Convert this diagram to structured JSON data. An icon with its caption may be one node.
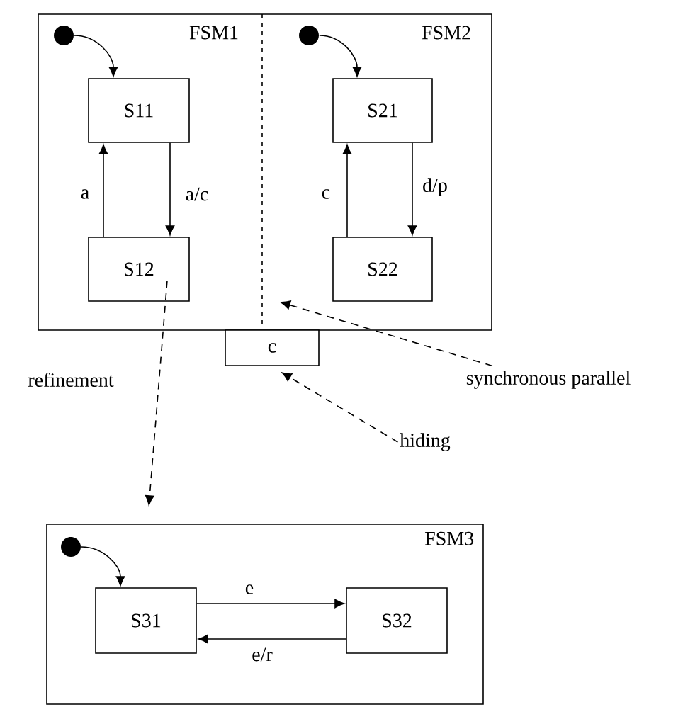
{
  "diagram": {
    "nodes": [
      {
        "text": [],
        "shape": "box"
      },
      {
        "text": [
          "FSM1"
        ],
        "in": 0
      },
      {
        "text": [
          "FSM2"
        ],
        "in": 0
      },
      {
        "text": [],
        "shape": "circle",
        "in": 0
      },
      {
        "text": [
          "S11"
        ],
        "in": 0
      },
      {
        "text": [
          "S12"
        ],
        "in": 0
      },
      {
        "text": [],
        "shape": "circle",
        "in": 0
      },
      {
        "text": [
          "S21"
        ],
        "in": 0
      },
      {
        "text": [
          "S22"
        ],
        "in": 0
      },
      {
        "text": [
          "c"
        ]
      },
      {
        "text": [
          "synchronous parallel"
        ]
      },
      {
        "text": [
          "hiding"
        ]
      },
      {
        "text": [
          "FSM3"
        ]
      },
      {
        "text": [],
        "shape": "circle",
        "in": 12
      },
      {
        "text": [
          "S31"
        ],
        "in": 12
      },
      {
        "text": [
          "S32"
        ],
        "in": 12
      }
    ],
    "edges": [
      {
        "from": 3,
        "to": 4,
        "arrow": "to"
      },
      {
        "from": 5,
        "to": 4,
        "arrow": "to",
        "label": "a"
      },
      {
        "from": 4,
        "to": 5,
        "arrow": "to",
        "label": "a/c"
      },
      {
        "from": 6,
        "to": 7,
        "arrow": "to"
      },
      {
        "from": 8,
        "to": 7,
        "arrow": "to",
        "label": "c"
      },
      {
        "from": 7,
        "to": 8,
        "arrow": "to",
        "label": "d/p"
      },
      {
        "from": 5,
        "to": 12,
        "arrow": "to",
        "label": "refinement",
        "style": "dashed"
      },
      {
        "from": 10,
        "to": null,
        "arrow": "to",
        "style": "dashed"
      },
      {
        "from": 11,
        "to": 9,
        "arrow": "to",
        "style": "dashed"
      },
      {
        "from": 13,
        "to": 14,
        "arrow": "to"
      },
      {
        "from": 14,
        "to": 15,
        "arrow": "to",
        "label": "e"
      },
      {
        "from": 15,
        "to": 14,
        "arrow": "to",
        "label": "e/r"
      }
    ]
  }
}
